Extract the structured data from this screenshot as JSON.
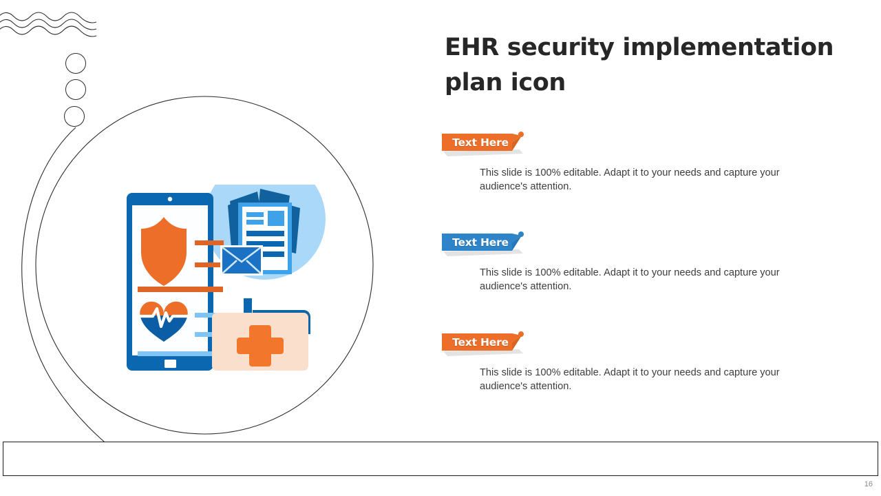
{
  "slide": {
    "title": "EHR security implementation plan icon",
    "page_number": "16",
    "accent_orange": "#ED6E28",
    "accent_blue": "#2E84C8",
    "deep_blue": "#0B68B0",
    "light_blue": "#A9D8F8",
    "peach": "#FBDFCD",
    "title_color": "#272727",
    "body_color": "#3D3D3D"
  },
  "blocks": [
    {
      "badge_label": "Text Here",
      "badge_color": "#ED6E28",
      "dot_color": "#ED6E28",
      "body": "This slide is 100% editable. Adapt it to your needs and capture your audience's attention."
    },
    {
      "badge_label": "Text Here",
      "badge_color": "#2E84C8",
      "dot_color": "#2E84C8",
      "body": "This slide is 100% editable. Adapt it to your needs and capture your audience's attention."
    },
    {
      "badge_label": "Text Here",
      "badge_color": "#ED6E28",
      "dot_color": "#ED6E28",
      "body": "This slide is 100% editable. Adapt it to your needs and capture your audience's attention."
    }
  ],
  "illustration": {
    "name": "ehr-security-illustration",
    "parts": [
      "tablet-device",
      "shield-icon",
      "heartbeat-heart-icon",
      "documents-circle",
      "envelope-icon",
      "first-aid-box-icon"
    ]
  },
  "decorations": {
    "waves": "wavy-lines-decoration",
    "circles": "stacked-circles-decoration",
    "arcs": "concentric-arc-decoration"
  }
}
